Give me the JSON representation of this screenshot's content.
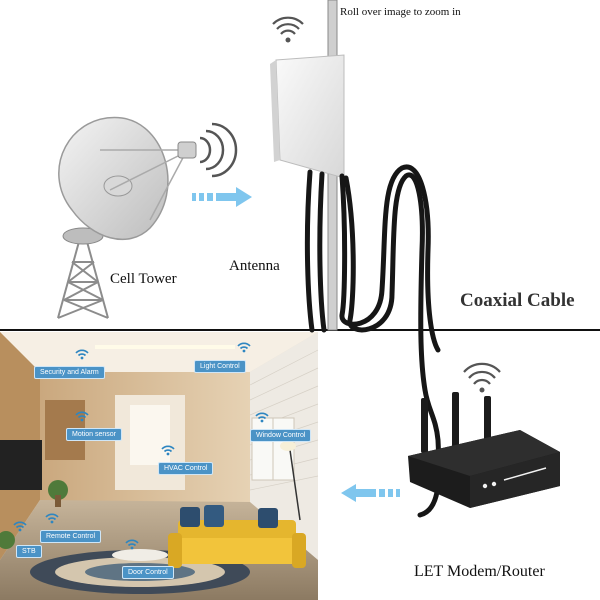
{
  "hint": "Roll over image to zoom in",
  "labels": {
    "cell_tower": "Cell Tower",
    "antenna": "Antenna",
    "coaxial_cable": "Coaxial Cable",
    "router": "LET Modem/Router"
  },
  "room_tags": [
    "Security and Alarm",
    "Light Control",
    "Motion sensor",
    "Window Control",
    "HVAC Control",
    "Remote Control",
    "STB",
    "Door Control"
  ],
  "colors": {
    "tag_bg": "#4b93c6",
    "arrow": "#7fc6ee",
    "device": "#1c1c1c",
    "divider": "#111111"
  }
}
